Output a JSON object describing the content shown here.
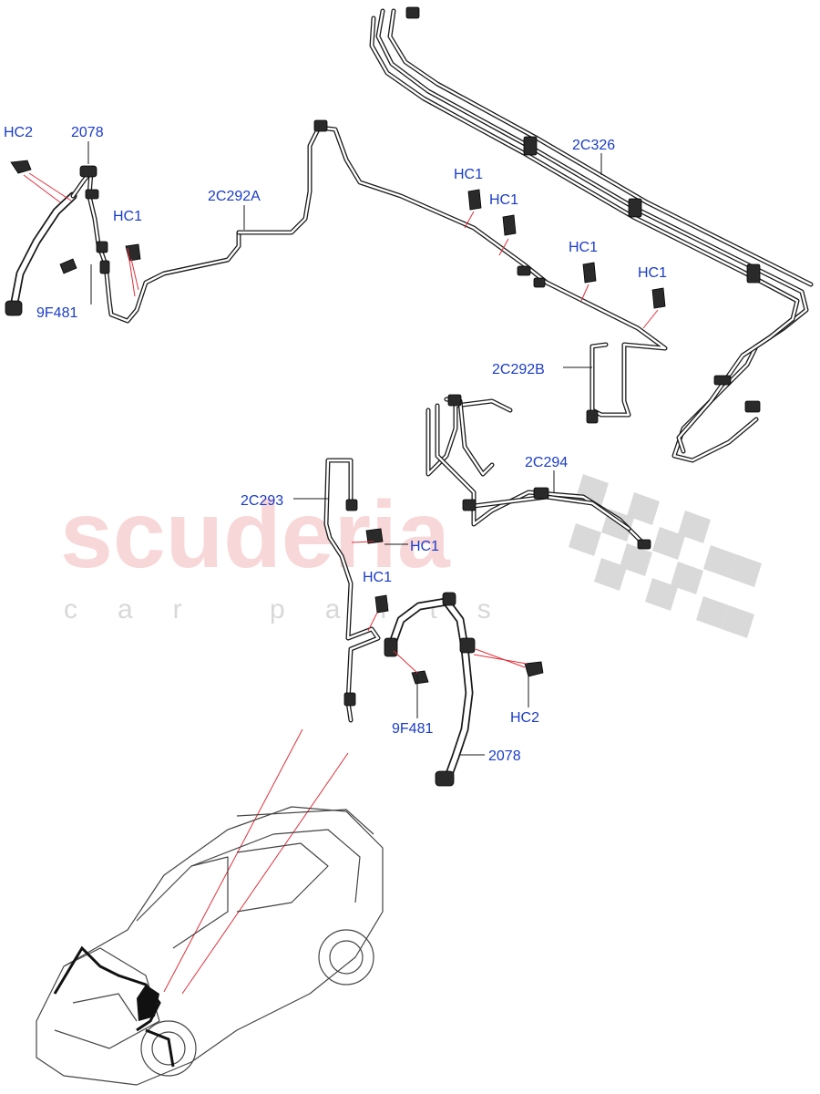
{
  "watermark": {
    "brand": "scuderia",
    "tagline": "car parts",
    "brand_color": "#e8898d",
    "flag_color": "#d9d9d9"
  },
  "callout_color": "#1a3cc8",
  "callouts": {
    "hc2_left": "HC2",
    "n2078_top": "2078",
    "hc1_left": "HC1",
    "n9f481_left": "9F481",
    "n2c292a": "2C292A",
    "hc1_mid_a": "HC1",
    "hc1_mid_b": "HC1",
    "hc1_mid_c": "HC1",
    "hc1_mid_d": "HC1",
    "n2c326": "2C326",
    "n2c292b": "2C292B",
    "n2c294": "2C294",
    "n2c293": "2C293",
    "hc1_lower_a": "HC1",
    "hc1_lower_b": "HC1",
    "n9f481_lower": "9F481",
    "hc2_lower": "HC2",
    "n2078_lower": "2078"
  }
}
